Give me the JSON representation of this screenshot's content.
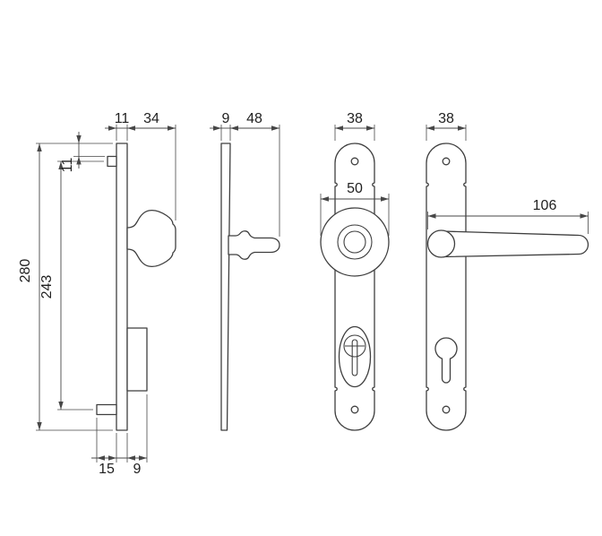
{
  "colors": {
    "line": "#3f3f3f",
    "text": "#1f1f1f"
  },
  "dimensions": {
    "knob_side": {
      "top_first": "11",
      "top_second": "34",
      "bottom_first": "15",
      "bottom_second": "9"
    },
    "lever_side": {
      "top_first": "9",
      "top_second": "48"
    },
    "knob_front": {
      "plate_width": "38",
      "knob_diameter": "50"
    },
    "lever_front": {
      "plate_width": "38",
      "lever_length": "106"
    },
    "left": {
      "plate_height": "280",
      "hole_spacing": "243",
      "edge_to_hole": "11"
    }
  }
}
